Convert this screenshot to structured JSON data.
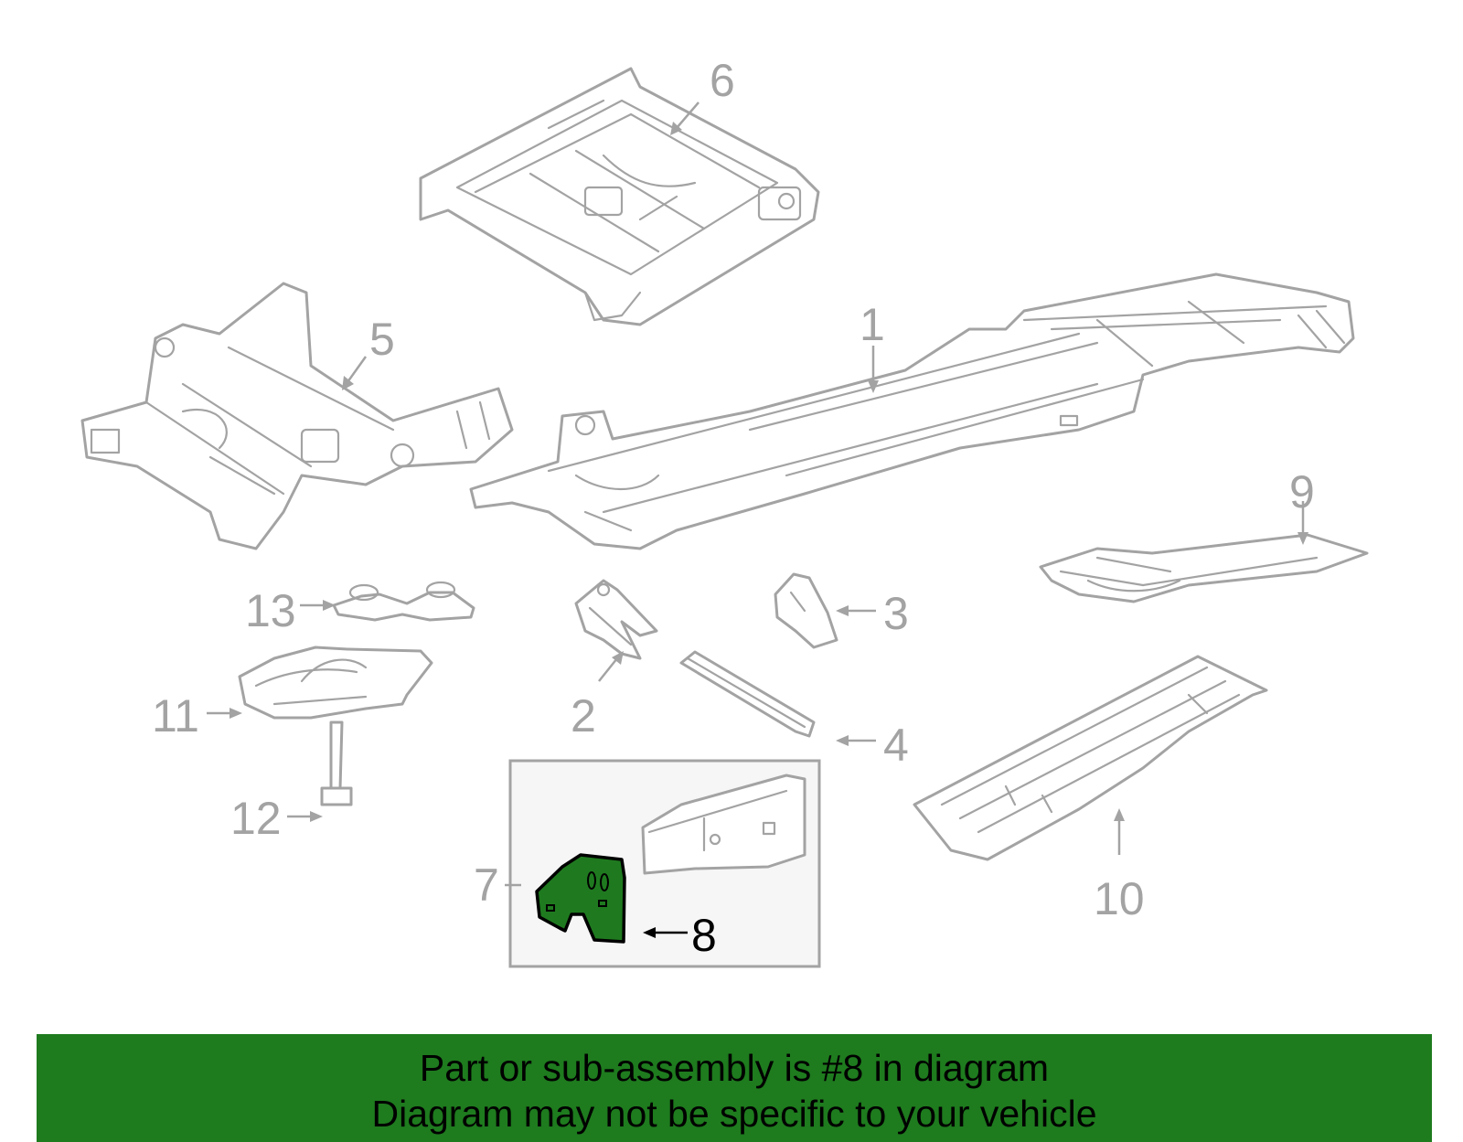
{
  "diagram": {
    "callouts": {
      "c1": "1",
      "c2": "2",
      "c3": "3",
      "c4": "4",
      "c5": "5",
      "c6": "6",
      "c7": "7",
      "c8": "8",
      "c9": "9",
      "c10": "10",
      "c11": "11",
      "c12": "12",
      "c13": "13"
    },
    "highlighted_part": "8",
    "colors": {
      "highlight": "#1f7a1f",
      "line": "#a3a3a3",
      "banner": "#1e7b1e"
    }
  },
  "banner": {
    "line1": "Part or sub-assembly is #8 in diagram",
    "line2": "Diagram may not be specific to your vehicle"
  }
}
